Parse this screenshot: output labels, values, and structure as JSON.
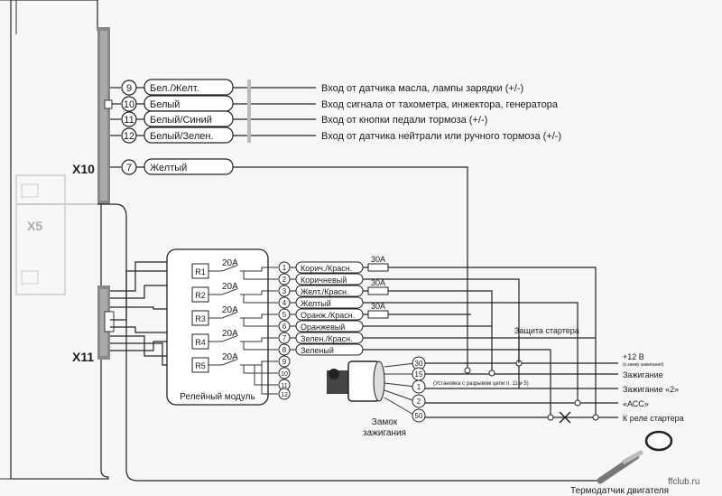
{
  "connectors": {
    "x10": "X10",
    "x11": "X11",
    "x5": "X5"
  },
  "x10_wires": [
    {
      "pin": "9",
      "color": "Бел./Желт.",
      "desc": "Вход от датчика масла, лампы зарядки (+/-)"
    },
    {
      "pin": "10",
      "color": "Белый",
      "desc": "Вход сигнала от тахометра, инжектора, генератора"
    },
    {
      "pin": "11",
      "color": "Белый/Синий",
      "desc": "Вход от кнопки педали тормоза (+/-)"
    },
    {
      "pin": "12",
      "color": "Белый/Зелен.",
      "desc": "Вход от датчика нейтрали или ручного тормоза (+/-)"
    },
    {
      "pin": "7",
      "color": "Желтый",
      "desc": ""
    }
  ],
  "relay_module": {
    "label": "Релейный модуль",
    "relays": [
      "R1",
      "R2",
      "R3",
      "R4",
      "R5"
    ],
    "ratings": [
      "20A",
      "20A",
      "20A",
      "20A",
      "20A"
    ]
  },
  "x11_wires": [
    {
      "pin": "1",
      "color": "Корич./Красн."
    },
    {
      "pin": "2",
      "color": "Коричневый"
    },
    {
      "pin": "3",
      "color": "Желт./Красн."
    },
    {
      "pin": "4",
      "color": "Желтый"
    },
    {
      "pin": "5",
      "color": "Оранж./Красн."
    },
    {
      "pin": "6",
      "color": "Оранжевый"
    },
    {
      "pin": "7",
      "color": "Зелен./Красн."
    },
    {
      "pin": "8",
      "color": "Зеленый"
    },
    {
      "pin": "9",
      "color": ""
    },
    {
      "pin": "10",
      "color": ""
    },
    {
      "pin": "11",
      "color": ""
    },
    {
      "pin": "12",
      "color": ""
    }
  ],
  "fuses": [
    "30A",
    "30A",
    "30A"
  ],
  "ignition": {
    "label_line1": "Замок",
    "label_line2": "зажигания",
    "starter_protection": "Защита стартера",
    "note": "(Установка с разрывом цепи п. 11 и 5)",
    "terminals": [
      "30",
      "15",
      "1",
      "2",
      "50"
    ],
    "outputs": [
      "+12 В",
      "Зажигание",
      "Зажигание «2»",
      "«АСС»",
      "К реле стартера"
    ],
    "output_note": "(к замку зажигания)"
  },
  "sensor_label": "Термодатчик двигателя",
  "watermark": "ffclub.ru"
}
